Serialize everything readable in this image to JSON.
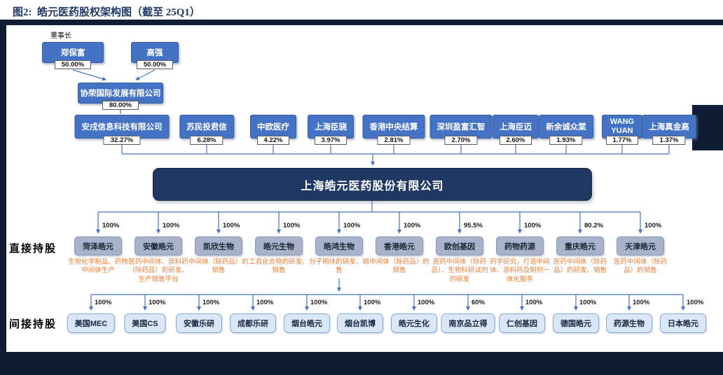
{
  "figure": {
    "title": "图2:  皓元医药股权架构图（截至 25Q1）"
  },
  "chairman_label": "董事长",
  "chairmen": [
    {
      "name": "郑保富",
      "pct": "50.00%"
    },
    {
      "name": "高强",
      "pct": "50.00%"
    }
  ],
  "holding_company": {
    "name": "协荣国际发展有限公司",
    "pct": "80.00%"
  },
  "shareholders": [
    {
      "name": "安戌信息科技有限公司",
      "pct": "32.27%"
    },
    {
      "name": "苏民投君信",
      "pct": "6.28%"
    },
    {
      "name": "中欧医疗",
      "pct": "4.22%"
    },
    {
      "name": "上海臣骁",
      "pct": "3.97%"
    },
    {
      "name": "香港中央结算",
      "pct": "2.81%"
    },
    {
      "name": "深圳盈富汇智",
      "pct": "2.70%"
    },
    {
      "name": "上海臣迈",
      "pct": "2.60%"
    },
    {
      "name": "新余诚众棠",
      "pct": "1.93%"
    },
    {
      "name": "WANG YUAN",
      "pct": "1.77%"
    },
    {
      "name": "上海真金高",
      "pct": "1.37%"
    }
  ],
  "parent": {
    "name": "上海皓元医药股份有限公司"
  },
  "direct_label": "直接持股",
  "indirect_label": "间接持股",
  "direct": [
    {
      "name": "菏泽皓元",
      "pct": "100%",
      "desc": "生物化学制品、药物中间体生产"
    },
    {
      "name": "安徽皓元",
      "pct": "100%",
      "desc": "医药中间体、原料药（除药品）的研发、生产销售平台"
    },
    {
      "name": "凯欣生物",
      "pct": "100%",
      "desc": "中间体（除药品）的销售"
    },
    {
      "name": "皓元生物",
      "pct": "100%",
      "desc": "工具化合物的研发、销售"
    },
    {
      "name": "皓鸿生物",
      "pct": "100%",
      "desc": "分子砌块的研发、销售"
    },
    {
      "name": "香港皓元",
      "pct": "100%",
      "desc": "中间体（除药品）的销售"
    },
    {
      "name": "欧创基因",
      "pct": "95.5%",
      "desc": "医药中间体（除药品）、生物科研试剂的研发"
    },
    {
      "name": "药物药源",
      "pct": "100%",
      "desc": "药学研究，打造中间体、原料药及制剂一体化服务"
    },
    {
      "name": "重庆皓元",
      "pct": "80.2%",
      "desc": "医药中间体（除药品）的研发、销售"
    },
    {
      "name": "天津皓元",
      "pct": "100%",
      "desc": "医药中间体（除药品）的销售"
    }
  ],
  "indirect": [
    {
      "name": "美国MEC",
      "pct": "100%"
    },
    {
      "name": "美国CS",
      "pct": "100%"
    },
    {
      "name": "安徽乐研",
      "pct": "100%"
    },
    {
      "name": "成都乐研",
      "pct": "100%"
    },
    {
      "name": "烟台皓元",
      "pct": "100%"
    },
    {
      "name": "烟台凯博",
      "pct": "100%"
    },
    {
      "name": "皓元生化",
      "pct": "100%"
    },
    {
      "name": "南京品立得",
      "pct": "60%"
    },
    {
      "name": "仁创基因",
      "pct": "100%"
    },
    {
      "name": "德国皓元",
      "pct": "100%"
    },
    {
      "name": "药源生物",
      "pct": "100%"
    },
    {
      "name": "日本皓元",
      "pct": "100%"
    }
  ],
  "colors": {
    "accent_blue": "#4472C4",
    "navy": "#203864",
    "orange": "#ED7D31",
    "edge_band": "#0E1D33"
  }
}
